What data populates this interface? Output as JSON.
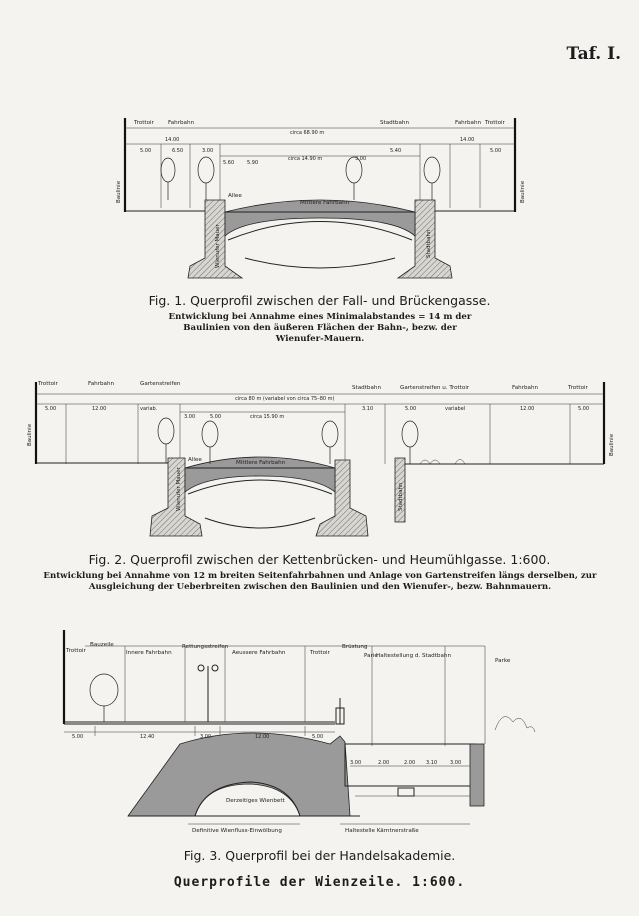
{
  "plate": "Taf. I.",
  "fig1": {
    "caption": "Fig. 1. Querprofil zwischen der Fall- und Brückengasse.",
    "note": "Entwicklung bei Annahme eines Minimalabstandes = 14 m der Baulinien von den äußeren Flächen der Bahn-, bezw. der Wienufer-Mauern.",
    "labels": {
      "trottoir_l": "Trottoir",
      "fahrbahn_l": "Fahrbahn",
      "stadtbahn": "Stadtbahn",
      "fahrbahn_r": "Fahrbahn",
      "trottoir_r": "Trottoir",
      "baulinie_l": "Baulinie",
      "baulinie_r": "Baulinie",
      "allee": "Allee",
      "mittlere_fahrbahn": "Mittlere Fahrbahn",
      "wienufer_l": "Wienufer Mauer",
      "wienufer_r": "Stadtbahn"
    },
    "dims": {
      "total": "circa 68.90 m",
      "mid": "circa 14.90 m",
      "d_l": "14.00",
      "d_r": "14.00",
      "a1": "5.00",
      "a2": "6.50",
      "a3": "3.00",
      "a4": "5.60",
      "a5": "5.90",
      "a6": "3.00",
      "a7": "5.40",
      "a8": "5.00"
    }
  },
  "fig2": {
    "caption": "Fig. 2. Querprofil zwischen der Kettenbrücken- und Heumühlgasse. 1:600.",
    "note": "Entwicklung bei Annahme von 12 m breiten Seitenfahrbahnen und Anlage von Gartenstreifen längs derselben, zur Ausgleichung der Ueberbreiten zwischen den Baulinien und den Wienufer-, bezw. Bahnmauern.",
    "labels": {
      "trottoir_l": "Trottoir",
      "fahrbahn_l": "Fahrbahn",
      "gartenstreifen": "Gartenstreifen",
      "stadtbahn": "Stadtbahn",
      "gartenstreifen_trottoir": "Gartenstreifen u. Trottoir",
      "fahrbahn_r": "Fahrbahn",
      "trottoir_r": "Trottoir",
      "baulinie_l": "Baulinie",
      "baulinie_r": "Baulinie",
      "allee": "Allee",
      "mittlere_fahrbahn": "Mittlere Fahrbahn",
      "wienufer_l": "Wienufer Mauer",
      "wienufer_r": "Stadtbahn"
    },
    "dims": {
      "total": "circa 80 m (variabel von circa 75–80 m)",
      "mid": "circa 15.90 m",
      "a1": "5.00",
      "a2": "12.00",
      "a3": "variab.",
      "a4": "3.00",
      "a5": "5.00",
      "a6": "3.10",
      "a7": "5.00",
      "a8": "variabel",
      "a9": "12.00",
      "a10": "5.00"
    }
  },
  "fig3": {
    "caption": "Fig. 3. Querprofil bei der Handelsakademie.",
    "labels": {
      "trottoir": "Trottoir",
      "bauzeile": "Bauzeile",
      "innere_fahrbahn": "Innere Fahrbahn",
      "rettungsstreifen": "Rettungsstreifen",
      "aeussere_fahrbahn": "Aeussere Fahrbahn",
      "trottoir_r": "Trottoir",
      "bruestung": "Brüstung",
      "parie": "Parie",
      "haltestelle": "Haltestellung d. Stadtbahn",
      "park": "Parke",
      "wienbett": "Derzeitiges Wienbett",
      "einwoelbung": "Definitive Wienfluss-Einwölbung",
      "kaerntnerstrasse": "Haltestelle Kärntnerstraße"
    },
    "dims": {
      "a1": "5.00",
      "a2": "12.40",
      "a3": "3.00",
      "a4": "12.00",
      "a5": "5.00",
      "b1": "3.00",
      "b2": "2.00",
      "b3": "2.00",
      "b4": "3.10",
      "b5": "3.00"
    }
  },
  "footer": "Querprofile der Wienzeile. 1:600."
}
